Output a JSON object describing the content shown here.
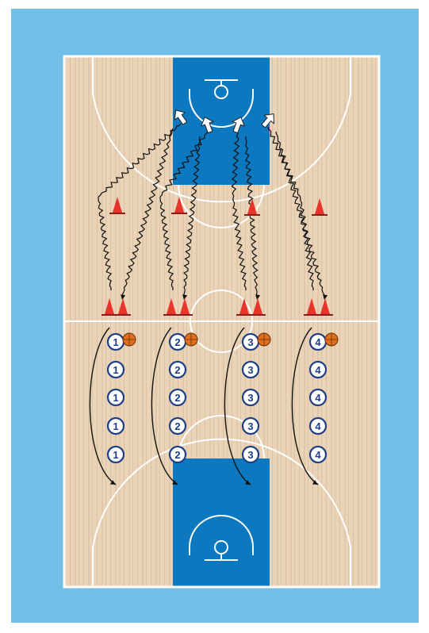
{
  "colors": {
    "frame": "#6fbfe9",
    "wood_light": "#ead3b7",
    "wood_dark": "#cfb090",
    "paint": "#0c78bf",
    "lines": "#ffffff",
    "cone": "#e8342b",
    "ball": "#e0701e",
    "player_outline": "#1e3f86",
    "path": "#111111"
  },
  "icons": {
    "cone": "cone-icon",
    "ball": "basketball-icon",
    "player": "player-circle-icon",
    "arrow": "arrow-icon"
  },
  "lines": [
    {
      "number": "1",
      "players": [
        "1",
        "1",
        "1",
        "1",
        "1"
      ],
      "cones": 3,
      "has_ball": true
    },
    {
      "number": "2",
      "players": [
        "2",
        "2",
        "2",
        "2",
        "2"
      ],
      "cones": 3,
      "has_ball": true
    },
    {
      "number": "3",
      "players": [
        "3",
        "3",
        "3",
        "3",
        "3"
      ],
      "cones": 3,
      "has_ball": true
    },
    {
      "number": "4",
      "players": [
        "4",
        "4",
        "4",
        "4",
        "4"
      ],
      "cones": 3,
      "has_ball": true
    }
  ]
}
